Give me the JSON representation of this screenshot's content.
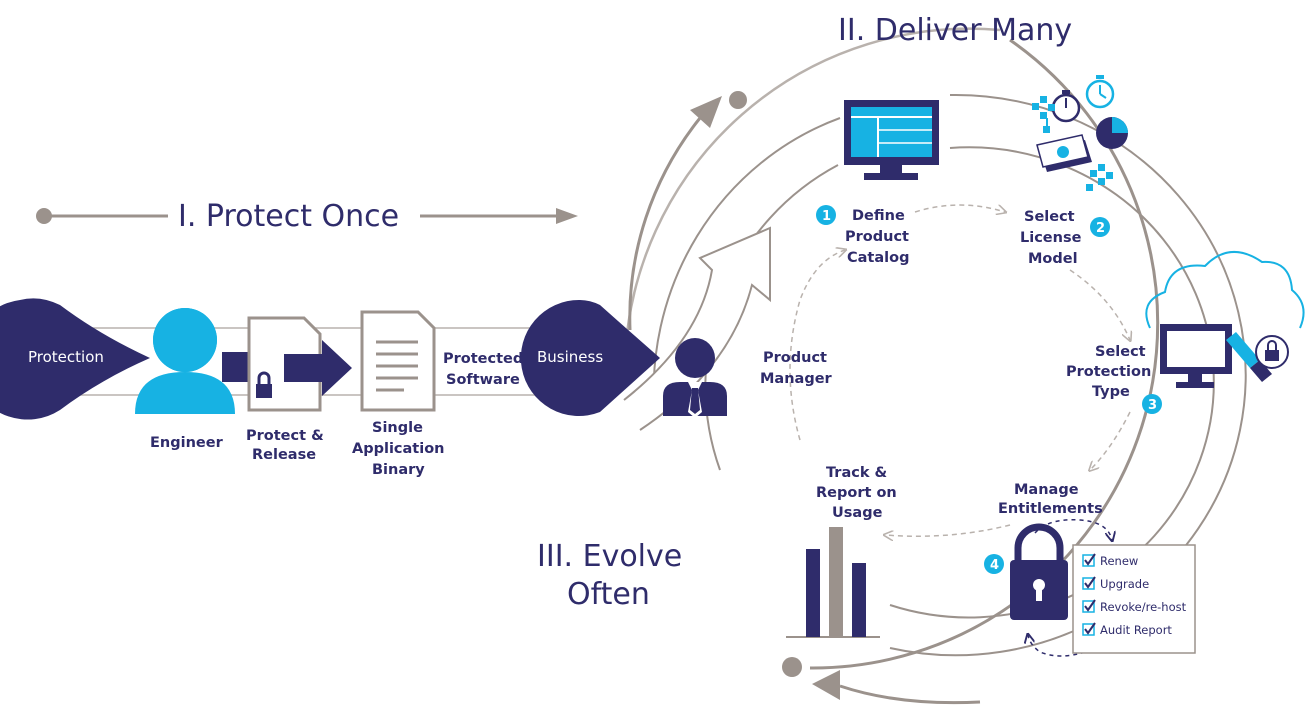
{
  "titles": {
    "protect": "I. Protect Once",
    "deliver": "II. Deliver Many",
    "evolve_line1": "III. Evolve",
    "evolve_line2": "Often"
  },
  "left_flow": {
    "protection": "Protection",
    "engineer": "Engineer",
    "protect_release": [
      "Protect &",
      "Release"
    ],
    "binary": [
      "Single",
      "Application",
      "Binary"
    ],
    "protected_software": [
      "Protected",
      "Software"
    ],
    "business": "Business"
  },
  "cycle": {
    "product_manager": [
      "Product",
      "Manager"
    ],
    "steps": [
      {
        "number": "1",
        "lines": [
          "Define",
          "Product",
          "Catalog"
        ]
      },
      {
        "number": "2",
        "lines": [
          "Select",
          "License",
          "Model"
        ]
      },
      {
        "number": "3",
        "lines": [
          "Select",
          "Protection",
          "Type"
        ]
      },
      {
        "number": "4",
        "lines": [
          "Manage",
          "Entitlements"
        ]
      }
    ],
    "track": [
      "Track &",
      "Report on",
      "Usage"
    ],
    "checklist": [
      "Renew",
      "Upgrade",
      "Revoke/re-host",
      "Audit Report"
    ]
  },
  "colors": {
    "navy": "#2f2c6b",
    "cyan": "#17b2e3",
    "gray": "#9b928c",
    "light_gray": "#b9b2ad"
  },
  "icons": [
    "engineer-person-icon",
    "locked-document-icon",
    "text-document-icon",
    "manager-person-icon",
    "monitor-icon",
    "timer-icon",
    "money-icon",
    "pie-chart-icon",
    "cloud-monitor-icon",
    "usb-key-icon",
    "padlock-icon",
    "bar-chart-icon",
    "check-icon"
  ]
}
